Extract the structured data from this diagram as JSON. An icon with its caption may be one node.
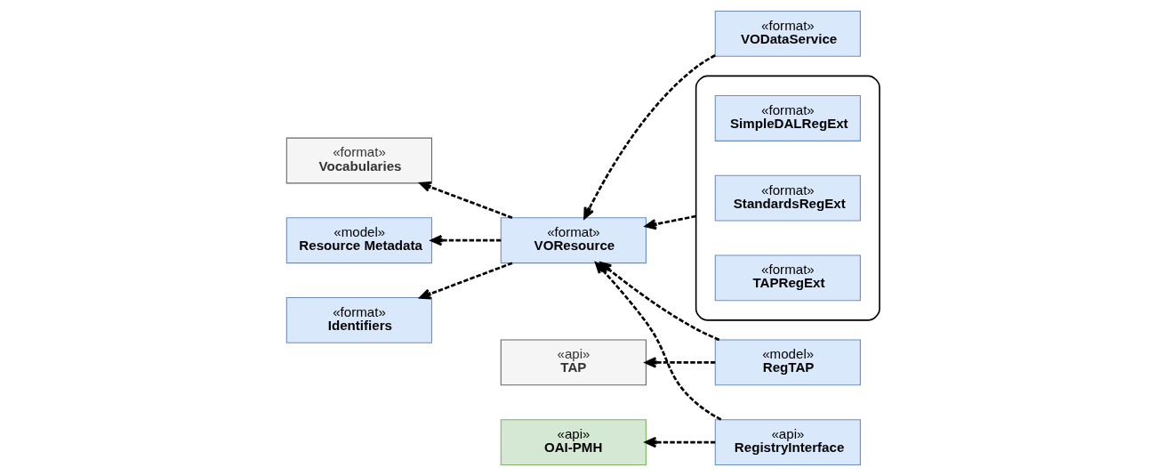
{
  "diagram": {
    "nodes": [
      {
        "text": [
          "«format»",
          "Vocabularies"
        ]
      },
      {
        "text": [
          "«format»",
          "VODataService"
        ]
      },
      {
        "text": [],
        "shape": "box"
      },
      {
        "text": [
          "«format»",
          "SimpleDALRegExt"
        ],
        "in": 2
      },
      {
        "text": [
          "«api»",
          "TAP"
        ]
      },
      {
        "text": [
          "«model»",
          "RegTAP"
        ]
      },
      {
        "text": [
          "«format»",
          "VOResource"
        ]
      },
      {
        "text": [
          "«format»",
          "StandardsRegExt"
        ],
        "in": 2
      },
      {
        "text": [
          "«api»",
          "OAI-PMH"
        ]
      },
      {
        "text": [
          "«api»",
          "RegistryInterface"
        ]
      },
      {
        "text": [
          "«format»",
          "TAPRegExt"
        ],
        "in": 2
      },
      {
        "text": [
          "«model»",
          "Resource Metadata"
        ]
      },
      {
        "text": [
          "«format»",
          "Identifiers"
        ]
      }
    ],
    "edges": [
      {
        "from": 6,
        "to": 0,
        "arrow": "to",
        "style": "dashed"
      },
      {
        "from": 1,
        "to": 6,
        "arrow": "to",
        "style": "dashed"
      },
      {
        "from": 5,
        "to": 4,
        "arrow": "to",
        "style": "dashed"
      },
      {
        "from": 5,
        "to": 6,
        "arrow": "to",
        "style": "dashed"
      },
      {
        "from": 2,
        "to": 6,
        "arrow": "to",
        "style": "dashed"
      },
      {
        "from": 9,
        "to": 8,
        "arrow": "to",
        "style": "dashed"
      },
      {
        "from": 9,
        "to": 6,
        "arrow": "to",
        "style": "dashed"
      },
      {
        "from": 6,
        "to": 11,
        "arrow": "to",
        "style": "dashed"
      },
      {
        "from": 6,
        "to": 12,
        "arrow": "to",
        "style": "dashed"
      }
    ]
  }
}
